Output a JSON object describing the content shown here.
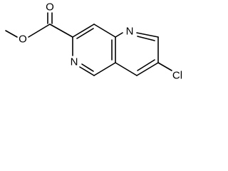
{
  "molecule": {
    "labels": {
      "O_carbonyl": "O",
      "O_ester": "O",
      "N_ring_top": "N",
      "N_ring_left": "N",
      "Cl": "Cl"
    }
  }
}
